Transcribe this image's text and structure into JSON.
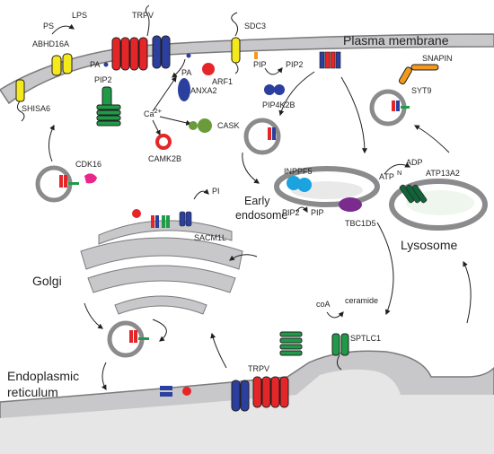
{
  "compartments": {
    "plasma_membrane": "Plasma membrane",
    "early_endosome_line1": "Early",
    "early_endosome_line2": "endosome",
    "lysosome": "Lysosome",
    "golgi": "Golgi",
    "er_line1": "Endoplasmic",
    "er_line2": "reticulum"
  },
  "proteins": {
    "shisa6": "SHISA6",
    "abhd16a": "ABHD16A",
    "trpv_pm": "TRPV",
    "anxa2": "ANXA2",
    "arf1": "ARF1",
    "sdc3": "SDC3",
    "pip4k2b": "PIP4K2B",
    "snapin": "SNAPIN",
    "syt9": "SYT9",
    "cask": "CASK",
    "camk2b": "CAMK2B",
    "cdk16": "CDK16",
    "inppf5": "INPPF5",
    "tbc1d5": "TBC1D5",
    "atp13a2": "ATP13A2",
    "sacm1l": "SACM1L",
    "sptlc1": "SPTLC1",
    "trpv_er": "TRPV"
  },
  "metabolites": {
    "ps": "PS",
    "lps": "LPS",
    "pa_left": "PA",
    "pip2_left": "PIP2",
    "pa_right": "PA",
    "ca": "Ca",
    "ca_sup": "2+",
    "pip_pm": "PIP",
    "pip2_pm": "PIP2",
    "pip2_endo": "PIP2",
    "pip_endo": "PIP",
    "atp": "ATP",
    "adp": "ADP",
    "n": "N",
    "pi": "PI",
    "coa": "coA",
    "ceramide": "ceramide"
  },
  "colors": {
    "membrane_fill": "#c8c8ca",
    "membrane_edge": "#7a7a7c",
    "red": "#e52629",
    "blue": "#2b3f9e",
    "green": "#1f9a48",
    "dark_green": "#13633a",
    "yellow": "#f4ea1b",
    "orange": "#f39a1e",
    "pink": "#e9268c",
    "cyan": "#1aa3de",
    "purple": "#7a2b8e",
    "olive": "#6a9b3a"
  }
}
